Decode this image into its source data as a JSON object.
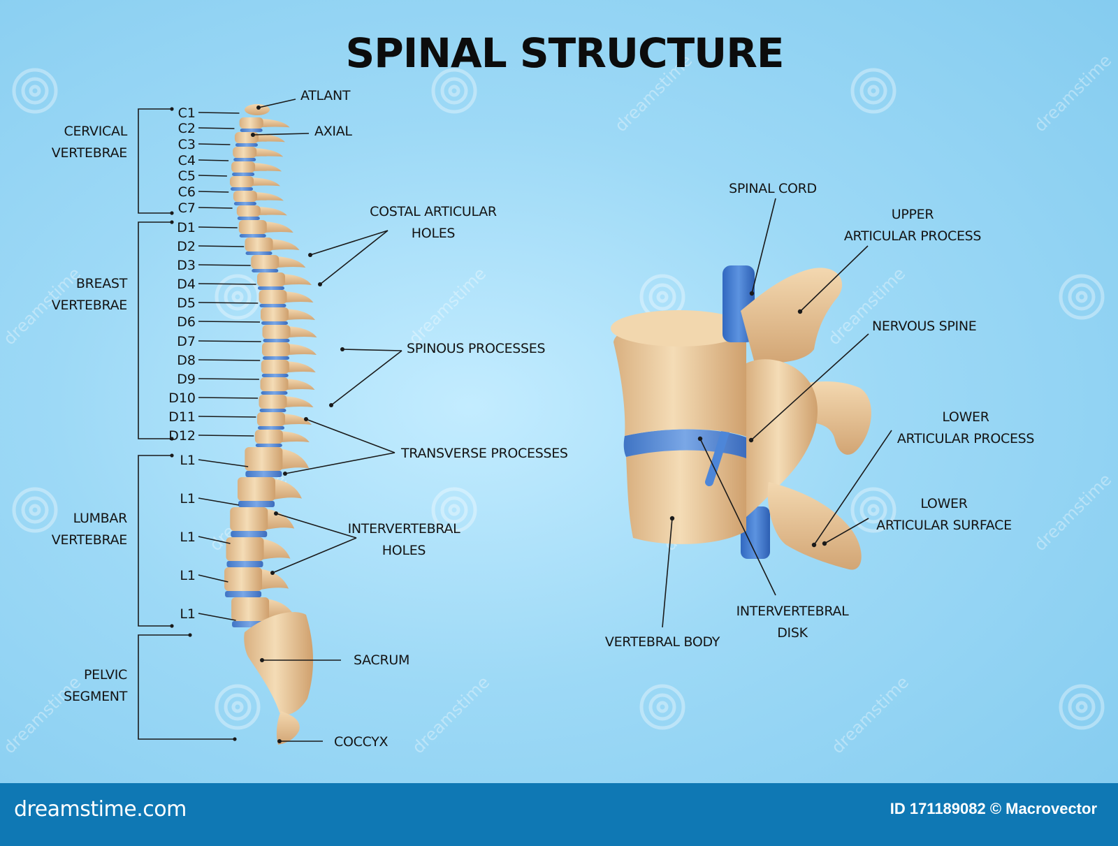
{
  "title": "SPINAL STRUCTURE",
  "segments": {
    "cervical": [
      "CERVICAL",
      "VERTEBRAE"
    ],
    "breast": [
      "BREAST",
      "VERTEBRAE"
    ],
    "lumbar": [
      "LUMBAR",
      "VERTEBRAE"
    ],
    "pelvic": [
      "PELVIC",
      "SEGMENT"
    ]
  },
  "vertebrae_labels": [
    "C1",
    "C2",
    "C3",
    "C4",
    "C5",
    "C6",
    "C7",
    "D1",
    "D2",
    "D3",
    "D4",
    "D5",
    "D6",
    "D7",
    "D8",
    "D9",
    "D10",
    "D11",
    "D12",
    "L1",
    "L1",
    "L1",
    "L1",
    "L1"
  ],
  "spine_labels": {
    "atlant": "ATLANT",
    "axial": "AXIAL",
    "costal": [
      "COSTAL ARTICULAR",
      "HOLES"
    ],
    "spinous": "SPINOUS PROCESSES",
    "transverse": "TRANSVERSE PROCESSES",
    "intervertebral_holes": [
      "INTERVERTEBRAL",
      "HOLES"
    ],
    "sacrum": "SACRUM",
    "coccyx": "COCCYX"
  },
  "vertebra_detail_labels": {
    "spinal_cord": "SPINAL CORD",
    "upper_articular": [
      "UPPER",
      "ARTICULAR PROCESS"
    ],
    "nervous_spine": "NERVOUS SPINE",
    "lower_articular_process": [
      "LOWER",
      "ARTICULAR PROCESS"
    ],
    "lower_articular_surface": [
      "LOWER",
      "ARTICULAR SURFACE"
    ],
    "intervertebral_disk": [
      "INTERVERTEBRAL",
      "DISK"
    ],
    "vertebral_body": "VERTEBRAL BODY"
  },
  "watermark": "dreamstime",
  "footer": {
    "brand": "dreamstime.com",
    "id_text": "ID 171189082 © Macrovector"
  },
  "colors": {
    "background": "#9dd9f6",
    "bone": "#e8c79a",
    "disc": "#4f88d6",
    "footer": "#0f78b4"
  }
}
